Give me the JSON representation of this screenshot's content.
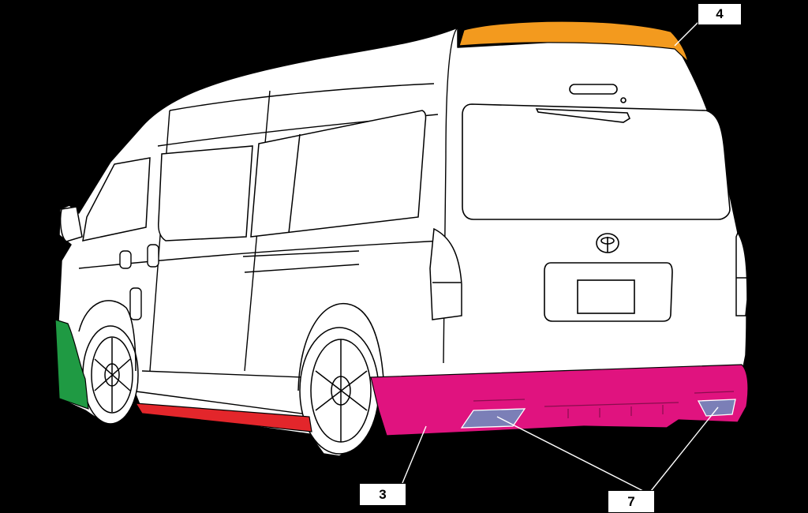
{
  "callouts": {
    "roof_spoiler": "4",
    "rear_bumper": "3",
    "muffler_cutters": "7"
  },
  "colors": {
    "background": "#000000",
    "body": "#ffffff",
    "roof_spoiler": "#f39a1e",
    "rear_bumper": "#e0137f",
    "muffler_cutters": "#7b7fb7",
    "side_step": "#e3262b",
    "front_fender": "#1f9a43"
  }
}
